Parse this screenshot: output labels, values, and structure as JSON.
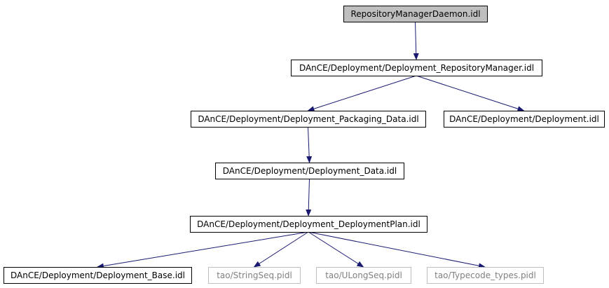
{
  "graph": {
    "nodes": [
      {
        "id": "n0",
        "label": "RepositoryManagerDaemon.idl",
        "style": "root"
      },
      {
        "id": "n1",
        "label": "DAnCE/Deployment/Deployment_RepositoryManager.idl",
        "style": "normal"
      },
      {
        "id": "n2",
        "label": "DAnCE/Deployment/Deployment_Packaging_Data.idl",
        "style": "normal"
      },
      {
        "id": "n3",
        "label": "DAnCE/Deployment/Deployment.idl",
        "style": "normal"
      },
      {
        "id": "n4",
        "label": "DAnCE/Deployment/Deployment_Data.idl",
        "style": "normal"
      },
      {
        "id": "n5",
        "label": "DAnCE/Deployment/Deployment_DeploymentPlan.idl",
        "style": "normal"
      },
      {
        "id": "n6",
        "label": "DAnCE/Deployment/Deployment_Base.idl",
        "style": "normal"
      },
      {
        "id": "n7",
        "label": "tao/StringSeq.pidl",
        "style": "external"
      },
      {
        "id": "n8",
        "label": "tao/ULongSeq.pidl",
        "style": "external"
      },
      {
        "id": "n9",
        "label": "tao/Typecode_types.pidl",
        "style": "external"
      }
    ],
    "edges": [
      {
        "from": "n0",
        "to": "n1"
      },
      {
        "from": "n1",
        "to": "n2"
      },
      {
        "from": "n1",
        "to": "n3"
      },
      {
        "from": "n2",
        "to": "n4"
      },
      {
        "from": "n4",
        "to": "n5"
      },
      {
        "from": "n5",
        "to": "n6"
      },
      {
        "from": "n5",
        "to": "n7"
      },
      {
        "from": "n5",
        "to": "n8"
      },
      {
        "from": "n5",
        "to": "n9"
      }
    ],
    "colors": {
      "edge": "#191970",
      "root_fill": "#bfbfbf",
      "root_border": "#000000",
      "normal_fill": "#ffffff",
      "normal_border": "#000000",
      "external_border": "#bfbfbf",
      "external_text": "#808080",
      "text": "#000000"
    }
  }
}
